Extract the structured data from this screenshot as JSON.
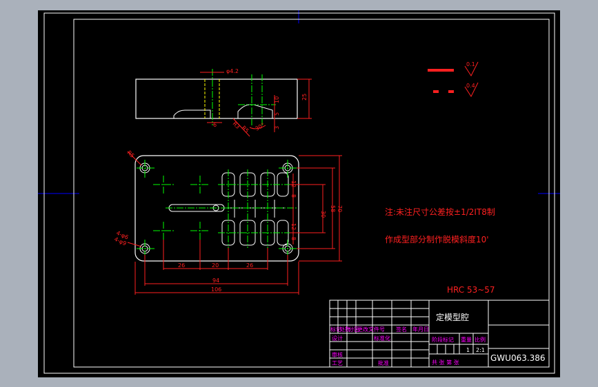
{
  "colors": {
    "background": "#000000",
    "frame": "#ffffff",
    "outline": "#ffffff",
    "dimension": "#ff2020",
    "centerline": "#00ff00",
    "hidden": "#ffff00",
    "titleblock_text": "#ff00ff",
    "crosshair": "#0000ff"
  },
  "drawing": {
    "part_name": "定模型腔",
    "drawing_number": "GWU063.386",
    "hardness": "HRC 53~57",
    "note_line1": "注:未注尺寸公差按±1/2IT8制",
    "note_line2": "作成型部分制作脱模斜度10'",
    "roughness_1": "0.1",
    "roughness_2": "0.4"
  },
  "dimensions": {
    "side_view": {
      "hole_dia": "φ4.2",
      "height": "25",
      "d1": "6",
      "d2": "10",
      "d3": "5",
      "d4": "3",
      "angle": "30°",
      "r1": "R3",
      "r2": "R5"
    },
    "plan_view": {
      "corner_radius": "R5",
      "hole_callout_1": "4-φ6",
      "hole_callout_2": "4-φ9",
      "bottom_26a": "26",
      "bottom_20": "20",
      "bottom_26b": "26",
      "overall_94": "94",
      "overall_106": "106",
      "right_30": "30",
      "right_58": "58",
      "right_70": "70",
      "right_12a": "12",
      "right_12b": "12",
      "right_8a": "8",
      "right_8b": "8"
    }
  },
  "title_block": {
    "h_mark": "标记",
    "h_count": "处数",
    "h_zone": "分区",
    "h_change": "更改文件号",
    "h_sign": "签名",
    "h_date": "年月日",
    "h_design": "设计",
    "h_std": "标准化",
    "h_review": "审核",
    "h_craft": "工艺",
    "h_approve": "批准",
    "h_stage": "阶段标记",
    "h_weight": "重量",
    "h_scale": "比例",
    "scale_value": "2:1",
    "sheet_no": "1",
    "sheets_line": "共 张 第 张"
  }
}
